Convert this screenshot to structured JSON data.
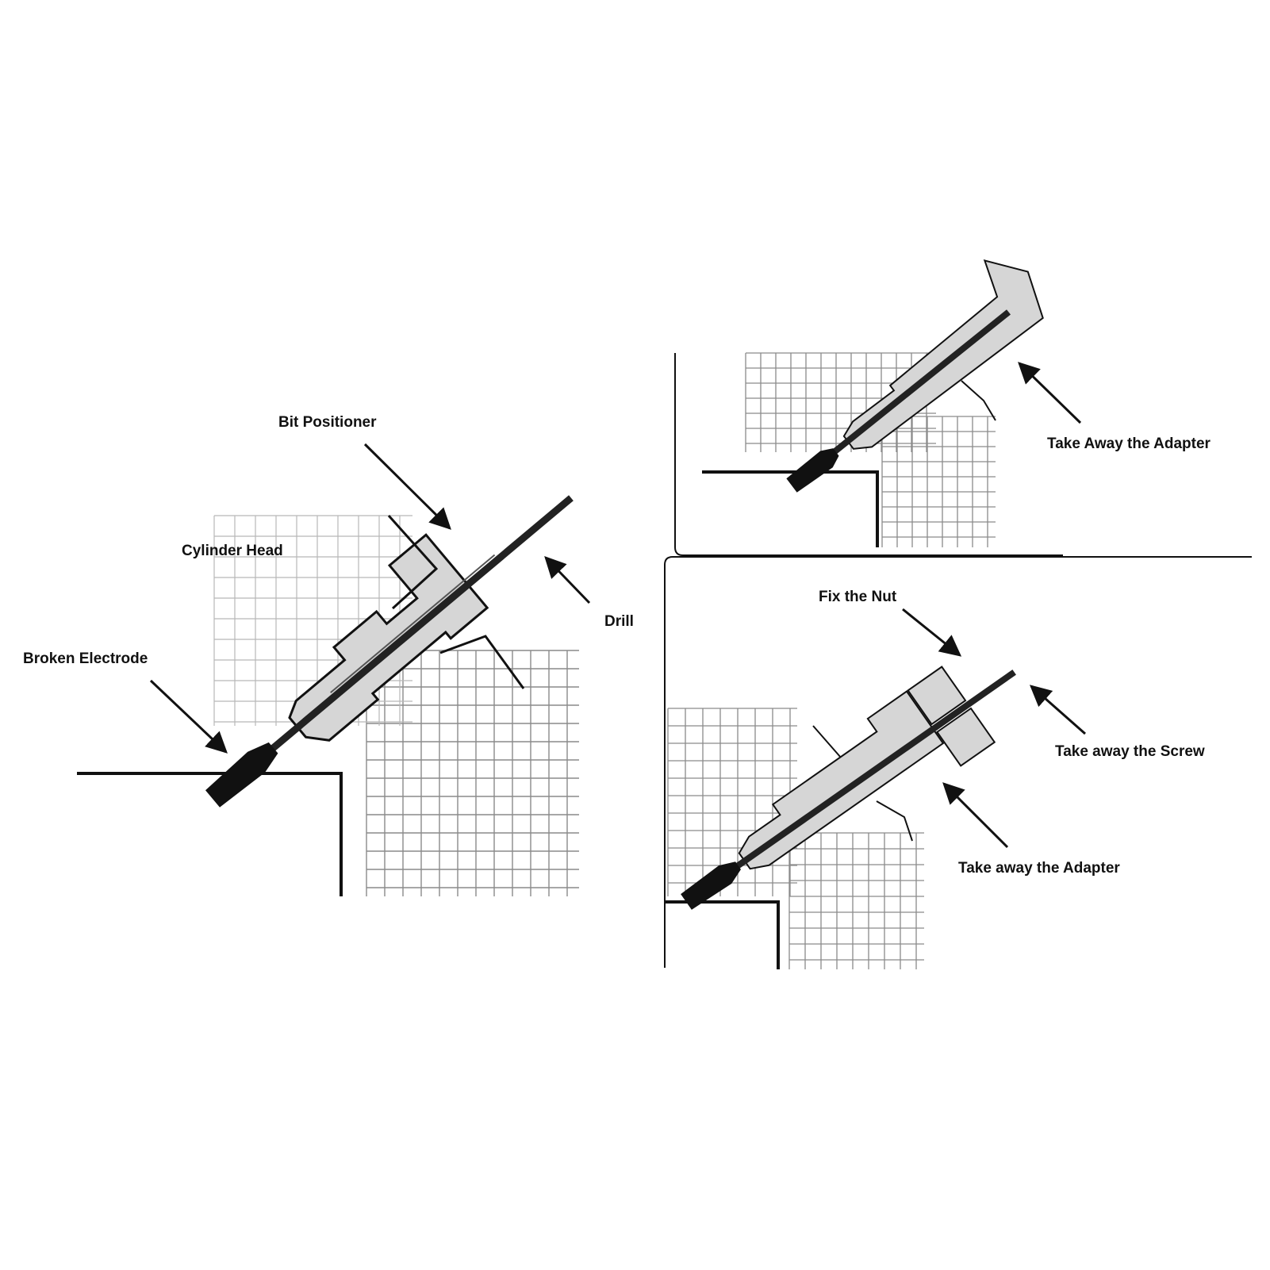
{
  "colors": {
    "ink": "#111111",
    "grid": "#8a8a8a",
    "gridLight": "#b8b8b8",
    "part": "#d6d6d6",
    "background": "#ffffff"
  },
  "labels": {
    "bit_positioner": "Bit Positioner",
    "cylinder_head": "Cylinder Head",
    "drill": "Drill",
    "broken_electrode": "Broken Electrode",
    "take_away_adapter_top": "Take Away the Adapter",
    "fix_the_nut": "Fix the Nut",
    "take_away_screw": "Take away the Screw",
    "take_away_adapter_bottom": "Take away the Adapter"
  }
}
